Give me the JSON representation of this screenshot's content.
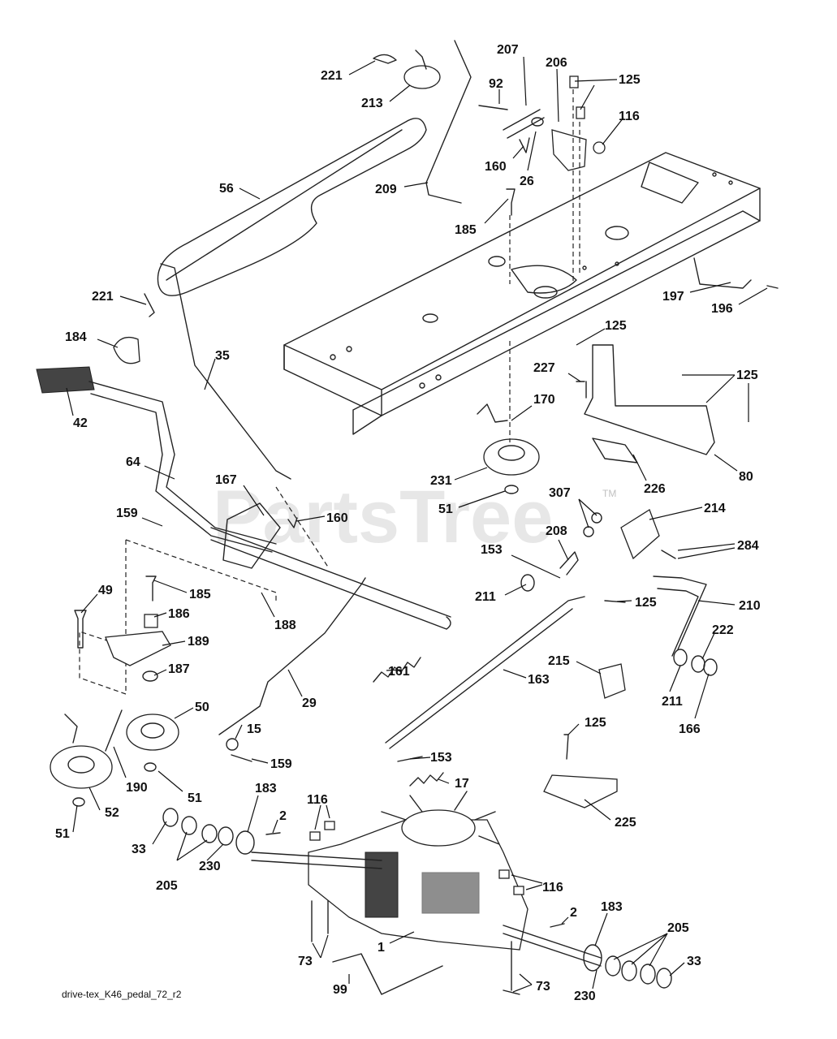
{
  "watermark": {
    "text": "PartsTree",
    "trademark": "TM"
  },
  "filename": "drive-tex_K46_pedal_72_r2",
  "callouts": [
    {
      "id": "c221a",
      "label": "221"
    },
    {
      "id": "c213",
      "label": "213"
    },
    {
      "id": "c56",
      "label": "56"
    },
    {
      "id": "c209",
      "label": "209"
    },
    {
      "id": "c92",
      "label": "92"
    },
    {
      "id": "c207",
      "label": "207"
    },
    {
      "id": "c206",
      "label": "206"
    },
    {
      "id": "c125a",
      "label": "125"
    },
    {
      "id": "c116a",
      "label": "116"
    },
    {
      "id": "c160a",
      "label": "160"
    },
    {
      "id": "c26",
      "label": "26"
    },
    {
      "id": "c185a",
      "label": "185"
    },
    {
      "id": "c197",
      "label": "197"
    },
    {
      "id": "c196",
      "label": "196"
    },
    {
      "id": "c221b",
      "label": "221"
    },
    {
      "id": "c184",
      "label": "184"
    },
    {
      "id": "c42",
      "label": "42"
    },
    {
      "id": "c35",
      "label": "35"
    },
    {
      "id": "c125b",
      "label": "125"
    },
    {
      "id": "c227",
      "label": "227"
    },
    {
      "id": "c125c",
      "label": "125"
    },
    {
      "id": "c170",
      "label": "170"
    },
    {
      "id": "c80",
      "label": "80"
    },
    {
      "id": "c226",
      "label": "226"
    },
    {
      "id": "c64",
      "label": "64"
    },
    {
      "id": "c231",
      "label": "231"
    },
    {
      "id": "c51a",
      "label": "51"
    },
    {
      "id": "c167",
      "label": "167"
    },
    {
      "id": "c160b",
      "label": "160"
    },
    {
      "id": "c159a",
      "label": "159"
    },
    {
      "id": "c307",
      "label": "307"
    },
    {
      "id": "c214",
      "label": "214"
    },
    {
      "id": "c284",
      "label": "284"
    },
    {
      "id": "c208",
      "label": "208"
    },
    {
      "id": "c153a",
      "label": "153"
    },
    {
      "id": "c211a",
      "label": "211"
    },
    {
      "id": "c125d",
      "label": "125"
    },
    {
      "id": "c210",
      "label": "210"
    },
    {
      "id": "c49",
      "label": "49"
    },
    {
      "id": "c185b",
      "label": "185"
    },
    {
      "id": "c186",
      "label": "186"
    },
    {
      "id": "c188",
      "label": "188"
    },
    {
      "id": "c189",
      "label": "189"
    },
    {
      "id": "c222",
      "label": "222"
    },
    {
      "id": "c187",
      "label": "187"
    },
    {
      "id": "c161",
      "label": "161"
    },
    {
      "id": "c215",
      "label": "215"
    },
    {
      "id": "c163",
      "label": "163"
    },
    {
      "id": "c211b",
      "label": "211"
    },
    {
      "id": "c166",
      "label": "166"
    },
    {
      "id": "c29",
      "label": "29"
    },
    {
      "id": "c50",
      "label": "50"
    },
    {
      "id": "c15",
      "label": "15"
    },
    {
      "id": "c159b",
      "label": "159"
    },
    {
      "id": "c125e",
      "label": "125"
    },
    {
      "id": "c190",
      "label": "190"
    },
    {
      "id": "c153b",
      "label": "153"
    },
    {
      "id": "c51b",
      "label": "51"
    },
    {
      "id": "c17",
      "label": "17"
    },
    {
      "id": "c52",
      "label": "52"
    },
    {
      "id": "c183a",
      "label": "183"
    },
    {
      "id": "c116b",
      "label": "116"
    },
    {
      "id": "c225",
      "label": "225"
    },
    {
      "id": "c2a",
      "label": "2"
    },
    {
      "id": "c51c",
      "label": "51"
    },
    {
      "id": "c33a",
      "label": "33"
    },
    {
      "id": "c205a",
      "label": "205"
    },
    {
      "id": "c230a",
      "label": "230"
    },
    {
      "id": "c116c",
      "label": "116"
    },
    {
      "id": "c2b",
      "label": "2"
    },
    {
      "id": "c183b",
      "label": "183"
    },
    {
      "id": "c205b",
      "label": "205"
    },
    {
      "id": "c1",
      "label": "1"
    },
    {
      "id": "c73a",
      "label": "73"
    },
    {
      "id": "c33b",
      "label": "33"
    },
    {
      "id": "c99",
      "label": "99"
    },
    {
      "id": "c73b",
      "label": "73"
    },
    {
      "id": "c230b",
      "label": "230"
    }
  ]
}
